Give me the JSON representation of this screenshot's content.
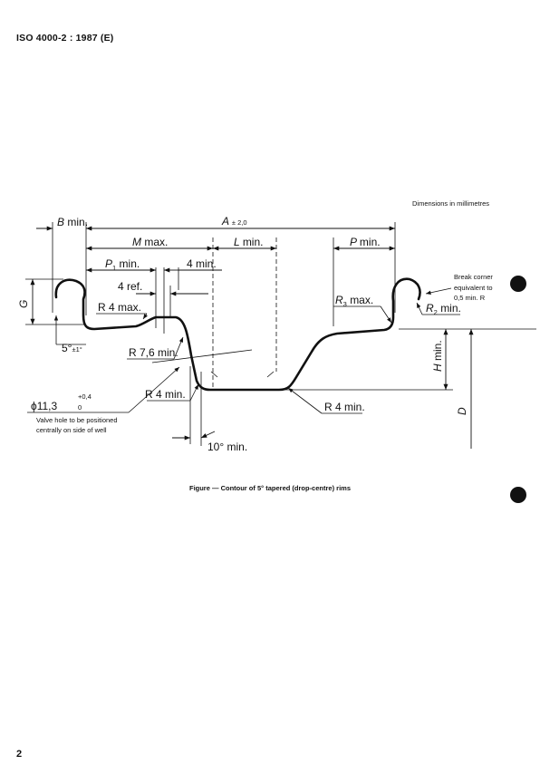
{
  "header": {
    "title": "ISO 4000-2 : 1987 (E)"
  },
  "note": {
    "dimensions": "Dimensions in millimetres"
  },
  "labels": {
    "B": "B",
    "B_min": "min.",
    "A": "A",
    "A_tol": "± 2,0",
    "M": "M",
    "M_max": "max.",
    "L": "L",
    "L_min": "min.",
    "P": "P",
    "P_min": "min.",
    "P1": "P",
    "P1_sub": "1",
    "P1_min": "min.",
    "four_min": "4 min.",
    "four_ref": "4 ref.",
    "R4max": "R 4 max.",
    "R76min": "R 7,6 min.",
    "R4min_left": "R 4 min.",
    "R4min_right": "R 4 min.",
    "R3": "R",
    "R3_sub": "3",
    "R3_max": "max.",
    "R2": "R",
    "R2_sub": "2",
    "R2_min": "min.",
    "G": "G",
    "H": "H",
    "H_min": "min.",
    "D": "D",
    "angle5": "5°",
    "angle5_tol": "±1°",
    "angle10": "10° min.",
    "phi": "ϕ11,3",
    "phi_upper": "+0,4",
    "phi_lower": "0",
    "break_corner_1": "Break corner",
    "break_corner_2": "equivalent to",
    "break_corner_3": "0,5 min. R",
    "valve_1": "Valve hole to be positioned",
    "valve_2": "centrally on side of well"
  },
  "caption": {
    "text": "Figure — Contour of 5° tapered (drop-centre) rims"
  },
  "footer": {
    "page_number": "2"
  }
}
